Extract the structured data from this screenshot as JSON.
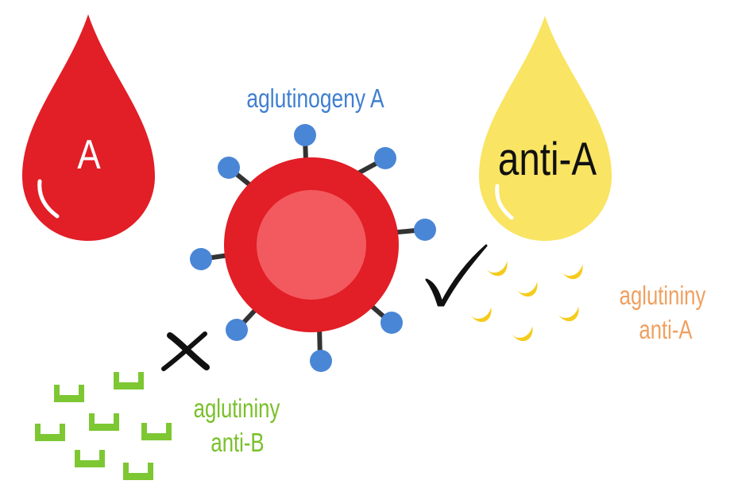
{
  "colors": {
    "blood_red": "#e21e26",
    "cell_inner": "#f25a5f",
    "antigen_blue": "#4a86d6",
    "stalk_dark": "#333333",
    "serum_yellow": "#f9e463",
    "agglutinin_a_yellow": "#f5cc1c",
    "agglutinin_b_green": "#7dc733",
    "label_blue": "#3f7fd0",
    "label_orange": "#f0a060",
    "label_green": "#79c02a",
    "mark_black": "#111111"
  },
  "labels": {
    "blood_drop": "A",
    "serum_drop": "anti-A",
    "antigens": "aglutinogeny A",
    "agglutinins_a_line1": "aglutininy",
    "agglutinins_a_line2": "anti-A",
    "agglutinins_b_line1": "aglutininy",
    "agglutinins_b_line2": "anti-B"
  },
  "marks": {
    "check": "check-icon",
    "cross": "cross-icon"
  }
}
